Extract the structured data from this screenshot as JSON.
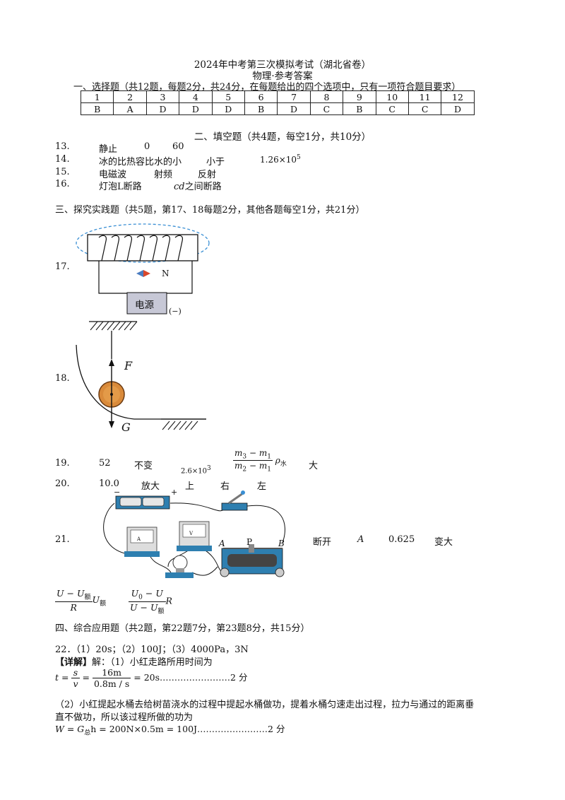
{
  "header": {
    "title": "2024年中考第三次模拟考试（湖北省卷）",
    "subtitle": "物理·参考答案"
  },
  "section1": {
    "heading": "一、选择题（共12题，每题2分，共24分，在每题给出的四个选项中，只有一项符合题目要求）",
    "numbers": [
      "1",
      "2",
      "3",
      "4",
      "5",
      "6",
      "7",
      "8",
      "9",
      "10",
      "11",
      "12"
    ],
    "answers": [
      "B",
      "A",
      "D",
      "D",
      "D",
      "B",
      "D",
      "C",
      "B",
      "C",
      "C",
      "D"
    ]
  },
  "section2": {
    "heading": "二、填空题（共4题，每空1分，共10分）",
    "items": [
      {
        "no": "13.",
        "answers": [
          "静止",
          "0",
          "60"
        ]
      },
      {
        "no": "14.",
        "answers": [
          "冰的比热容比水的小",
          "小于",
          "1.26×10",
          "5"
        ]
      },
      {
        "no": "15.",
        "answers": [
          "电磁波",
          "射频",
          "反射"
        ]
      },
      {
        "no": "16.",
        "answers": [
          "灯泡L断路",
          "cd",
          "之间断路"
        ]
      }
    ]
  },
  "section3": {
    "heading": "三、探究实践题（共5题，第17、18每题2分，其他各题每空1分，共21分）",
    "q17": {
      "no": "17.",
      "power_label": "电源",
      "minus_label": "(−)",
      "pole_label": "N"
    },
    "q18": {
      "no": "18.",
      "f_label": "F",
      "g_label": "G"
    },
    "q19": {
      "no": "19.",
      "a1": "52",
      "a2": "不变",
      "a3": "2.6×10",
      "a3_exp": "3",
      "frac_num": "m",
      "frac_den": "m",
      "rho": "ρ",
      "rho_sub": "水",
      "a5": "大",
      "n3": "3",
      "n1": "1",
      "d2": "2",
      "d1": "1"
    },
    "q20": {
      "no": "20.",
      "answers": [
        "10.0",
        "放大",
        "上",
        "右",
        "左"
      ]
    },
    "q21": {
      "no": "21.",
      "answers": [
        "断开",
        "A",
        "0.625",
        "变大"
      ],
      "labels": {
        "minus": "−",
        "plus": "+",
        "A": "A",
        "P": "P",
        "B": "B",
        "ammeter": "A",
        "voltmeter": "V"
      }
    },
    "formula1": {
      "num": "U − U",
      "num_sub": "额",
      "den": "R",
      "tail": "U",
      "tail_sub": "额"
    },
    "formula2": {
      "num": "U",
      "num_sub": "0",
      "num_tail": " − U",
      "den": "U − U",
      "den_sub": "额",
      "tail": "R"
    }
  },
  "section4": {
    "heading": "四、综合应用题（共2题，第22题7分，第23题8分，共15分）",
    "q22_summary": "22．（1）20s；（2）100J；（3）4000Pa，3N",
    "detail_label": "【详解】",
    "detail_intro": "解：（1）小红走路所用时间为",
    "eq1_lhs": "t =",
    "eq1_s": "s",
    "eq1_v": "v",
    "eq1_num": "16m",
    "eq1_den": "0.8m / s",
    "eq1_result": "= 20s",
    "eq1_dots": "……………………",
    "score": "2 分",
    "part2_line1": "（2）小红提起水桶去给树苗浇水的过程中提起水桶做功，提着水桶匀速走出过程，拉力与通过的距离垂",
    "part2_line2": "直不做功，所以该过程所做的功为",
    "eq2": "W = G",
    "eq2_sub": "总",
    "eq2_rest": "h = 200N×0.5m = 100J",
    "eq2_dots": "……………………"
  }
}
